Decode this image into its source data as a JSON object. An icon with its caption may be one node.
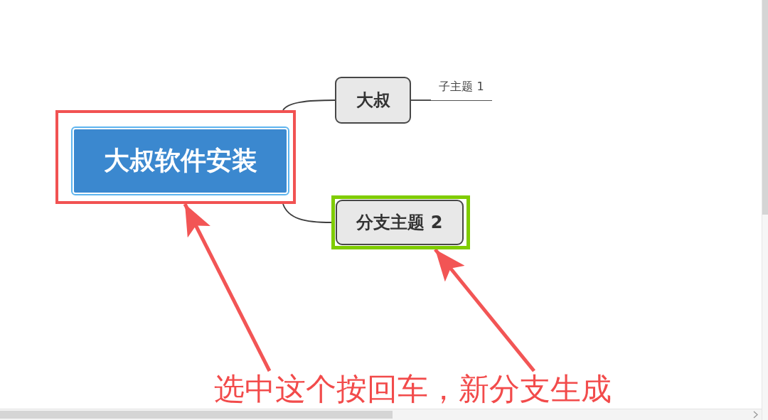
{
  "diagram": {
    "nodes": [
      {
        "text": [
          "大叔软件安装"
        ]
      },
      {
        "text": [
          "大叔"
        ]
      },
      {
        "text": [
          "子主题 1"
        ]
      },
      {
        "text": [
          "分支主题 2"
        ]
      },
      {
        "text": [
          "选中这个按回车，新分支生成"
        ]
      }
    ],
    "edges": [
      {
        "from": 0,
        "to": 1,
        "arrow": "none"
      },
      {
        "from": 1,
        "to": 2,
        "arrow": "none"
      },
      {
        "from": 0,
        "to": 3,
        "arrow": "none"
      },
      {
        "from": 4,
        "to": 0,
        "arrow": "to",
        "style": "thick",
        "color": "#f25555"
      },
      {
        "from": 4,
        "to": 3,
        "arrow": "to",
        "style": "thick",
        "color": "#f25555"
      }
    ]
  }
}
